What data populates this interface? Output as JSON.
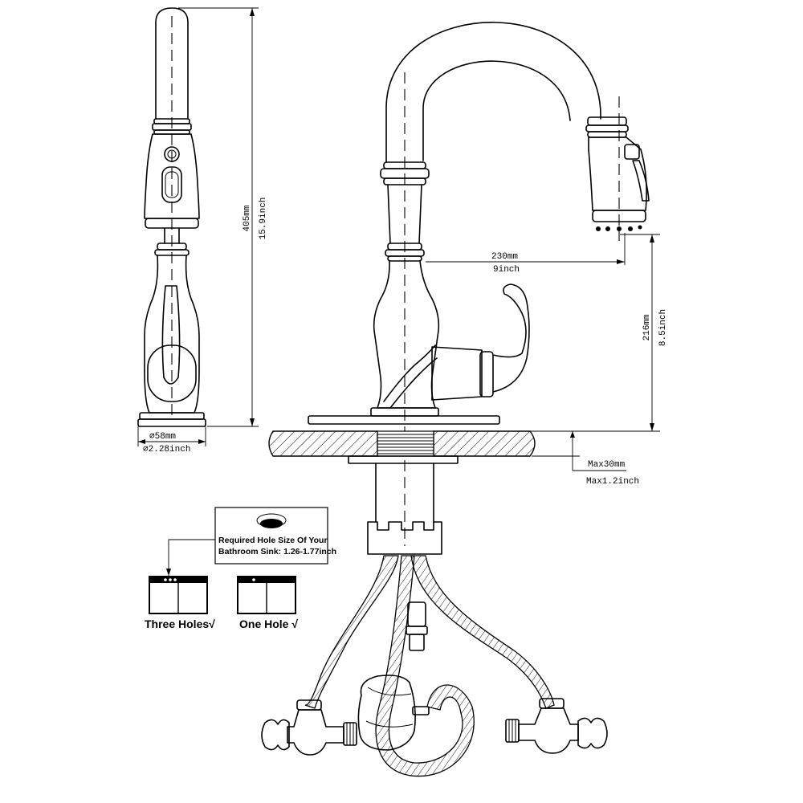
{
  "dimensions": {
    "spout_reach_mm": "230mm",
    "spout_reach_inch": "9inch",
    "spout_height_mm": "216mm",
    "spout_height_inch": "8.5inch",
    "total_height_mm": "405mm",
    "total_height_inch": "15.9inch",
    "base_dia_mm": "⌀58mm",
    "base_dia_inch": "⌀2.28inch",
    "deck_max_mm": "Max30mm",
    "deck_max_inch": "Max1.2inch"
  },
  "note": {
    "line1": "Required Hole Size Of Your",
    "line2": "Bathroom Sink: 1.26-1.77inch"
  },
  "install_options": {
    "three_holes": "Three Holes√",
    "one_hole": "One Hole √"
  }
}
